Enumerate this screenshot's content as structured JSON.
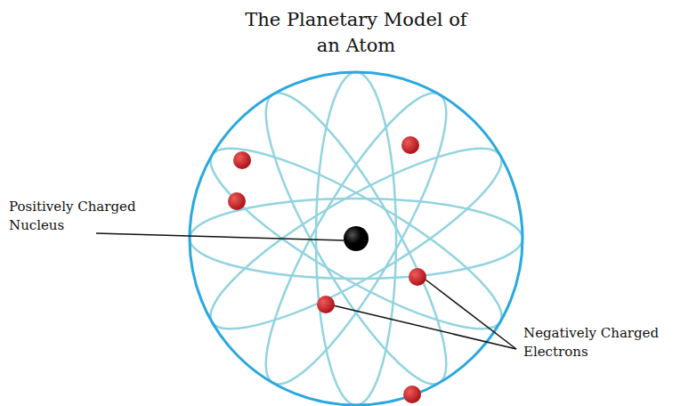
{
  "diagram": {
    "title": "The Planetary Model of an Atom",
    "labels": [
      "Positively Charged Nucleus",
      "Negatively Charged Electrons"
    ]
  }
}
